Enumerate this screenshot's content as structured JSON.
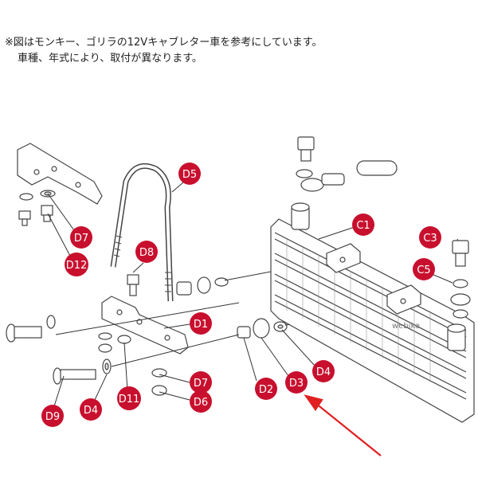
{
  "note": {
    "line1": "※図はモンキー、ゴリラの12Vキャブレター車を参考にしています。",
    "line2": "車種、年式により、取付が異なります。"
  },
  "callouts": {
    "D5": "D5",
    "D8": "D8",
    "D7_top": "D7",
    "D12": "D12",
    "D1": "D1",
    "D7_bottom": "D7",
    "D6": "D6",
    "D11": "D11",
    "D4_left": "D4",
    "D9": "D9",
    "D2": "D2",
    "D3": "D3",
    "D4_right": "D4",
    "C1": "C1",
    "C3": "C3",
    "C5": "C5"
  },
  "watermark": "webike",
  "colors": {
    "callout": "#c8102e",
    "arrow": "#e02020"
  }
}
